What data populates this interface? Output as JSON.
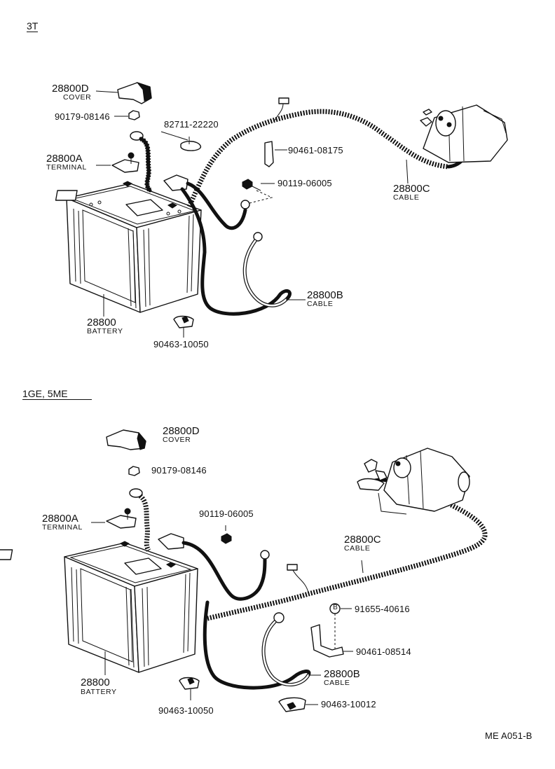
{
  "sections": {
    "top": {
      "title": "3T"
    },
    "bottom": {
      "title": "1GE, 5ME"
    }
  },
  "top": {
    "cover": {
      "part": "28800D",
      "name": "COVER"
    },
    "nut": {
      "part": "90179-08146"
    },
    "clamp": {
      "part": "82711-22220"
    },
    "terminal": {
      "part": "28800A",
      "name": "TERMINAL"
    },
    "bracket": {
      "part": "90461-08175"
    },
    "bolt": {
      "part": "90119-06005"
    },
    "cable_c": {
      "part": "28800C",
      "name": "CABLE"
    },
    "cable_b": {
      "part": "28800B",
      "name": "CABLE"
    },
    "battery": {
      "part": "28800",
      "name": "BATTERY"
    },
    "holder": {
      "part": "90463-10050"
    }
  },
  "bottom": {
    "cover": {
      "part": "28800D",
      "name": "COVER"
    },
    "nut": {
      "part": "90179-08146"
    },
    "terminal": {
      "part": "28800A",
      "name": "TERMINAL"
    },
    "bolt": {
      "part": "90119-06005"
    },
    "cable_c": {
      "part": "28800C",
      "name": "CABLE"
    },
    "bolt_b": {
      "marker": "B",
      "part": "91655-40616"
    },
    "bracket": {
      "part": "90461-08514"
    },
    "cable_b": {
      "part": "28800B",
      "name": "CABLE"
    },
    "battery": {
      "part": "28800",
      "name": "BATTERY"
    },
    "holder": {
      "part": "90463-10050"
    },
    "clip": {
      "part": "90463-10012"
    }
  },
  "footer": {
    "code": "ME A051-B"
  }
}
